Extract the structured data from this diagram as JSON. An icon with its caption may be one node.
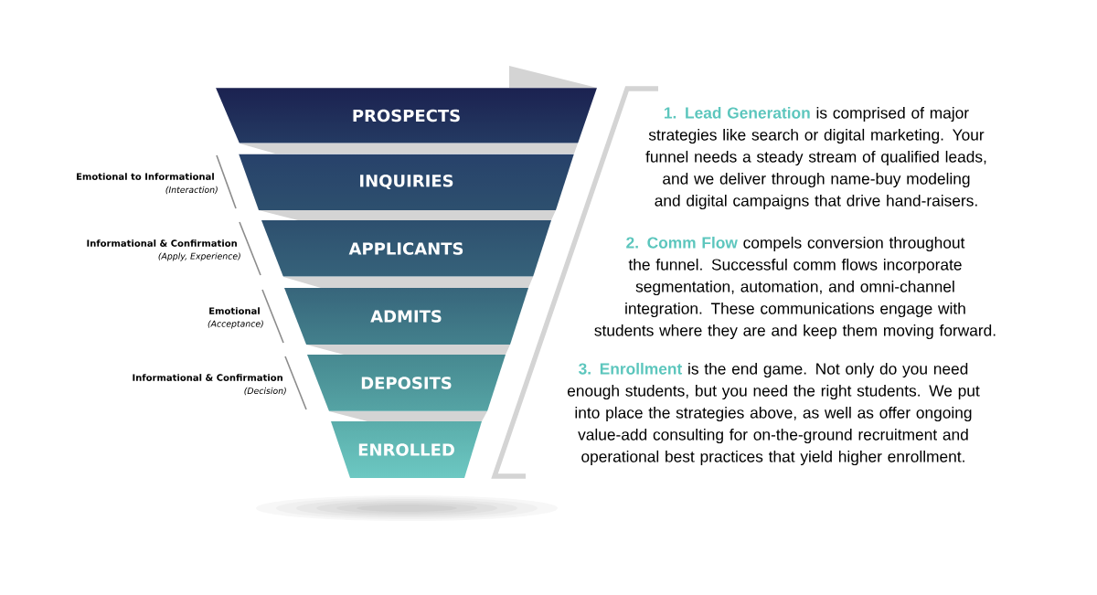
{
  "diagram": {
    "nodes": [
      {
        "text": [
          "PROSPECTS"
        ]
      },
      {
        "text": [
          "INQUIRIES"
        ]
      },
      {
        "text": [
          "APPLICANTS"
        ]
      },
      {
        "text": [
          "ADMITS"
        ]
      },
      {
        "text": [
          "DEPOSITS"
        ]
      },
      {
        "text": [
          "ENROLLED"
        ]
      }
    ],
    "labels": [
      "Emotional to Informational",
      "(Interaction)",
      "Informational & Confirmation",
      "(Apply, Experience)",
      "Emotional",
      "(Acceptance)",
      "Informational & Confirmation",
      "(Decision)",
      "**1. Lead Generation** is comprised of major strategies like search or digital marketing. Your funnel needs a steady stream of qualified leads, and we deliver through name-buy modeling and digital campaigns that drive hand-raisers.",
      "**2. Comm Flow** compels conversion throughout the funnel. Successful comm flows incorporate segmentation, automation, and omni-channel integration. These communications engage with students where they are and keep them moving forward.",
      "**3. Enrollment** is the end game. Not only do you need enough students, but you need the right students. We put into place the strategies above, as well as offer ongoing value-add consulting for on-the-ground recruitment and operational best practices that yield higher enrollment."
    ]
  }
}
